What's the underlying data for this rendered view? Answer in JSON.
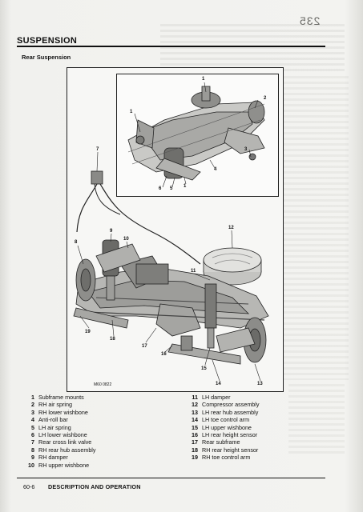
{
  "header": {
    "section": "SUSPENSION",
    "subsection": "Rear Suspension",
    "page_number": "235"
  },
  "figure": {
    "id": "M60 0822",
    "callouts": [
      "1",
      "2",
      "3",
      "4",
      "5",
      "6",
      "7",
      "8",
      "9",
      "10",
      "11",
      "12",
      "13",
      "14",
      "15",
      "16",
      "17",
      "18",
      "19"
    ]
  },
  "legend": {
    "left": [
      {
        "num": "1",
        "label": "Subframe mounts"
      },
      {
        "num": "2",
        "label": "RH air spring"
      },
      {
        "num": "3",
        "label": "RH lower wishbone"
      },
      {
        "num": "4",
        "label": "Anti-roll bar"
      },
      {
        "num": "5",
        "label": "LH air spring"
      },
      {
        "num": "6",
        "label": "LH lower wishbone"
      },
      {
        "num": "7",
        "label": "Rear cross link valve"
      },
      {
        "num": "8",
        "label": "RH rear hub assembly"
      },
      {
        "num": "9",
        "label": "RH damper"
      },
      {
        "num": "10",
        "label": "RH upper wishbone"
      }
    ],
    "right": [
      {
        "num": "11",
        "label": "LH damper"
      },
      {
        "num": "12",
        "label": "Compressor assembly"
      },
      {
        "num": "13",
        "label": "LH rear hub assembly"
      },
      {
        "num": "14",
        "label": "LH toe control arm"
      },
      {
        "num": "15",
        "label": "LH upper wishbone"
      },
      {
        "num": "16",
        "label": "LH rear height sensor"
      },
      {
        "num": "17",
        "label": "Rear subframe"
      },
      {
        "num": "18",
        "label": "RH rear height sensor"
      },
      {
        "num": "19",
        "label": "RH toe control arm"
      }
    ]
  },
  "footer": {
    "page": "60-6",
    "section": "DESCRIPTION AND OPERATION"
  }
}
